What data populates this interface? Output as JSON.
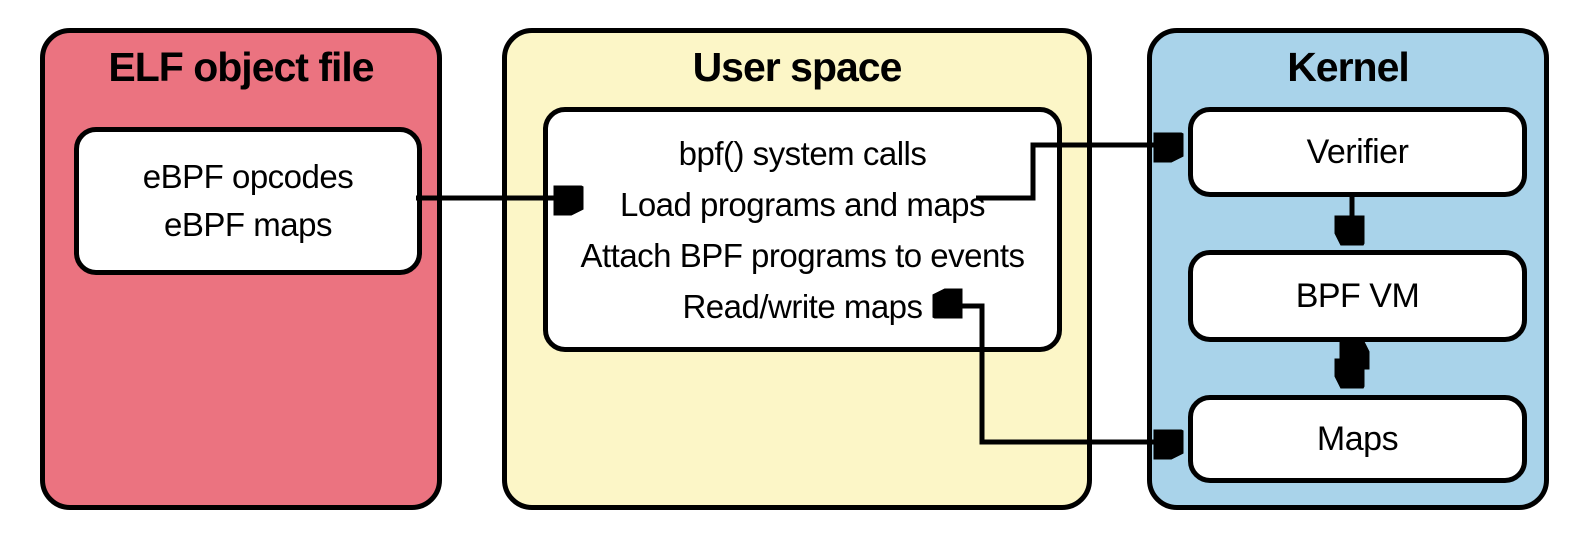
{
  "panels": {
    "elf": {
      "title": "ELF object file",
      "fill": "#EB7380",
      "inner_box": {
        "lines": [
          "eBPF opcodes",
          "eBPF maps"
        ]
      }
    },
    "user_space": {
      "title": "User space",
      "fill": "#FCF6C7",
      "inner_box": {
        "lines": [
          "bpf() system calls",
          "Load programs and maps",
          "Attach BPF programs to events",
          "Read/write maps"
        ]
      }
    },
    "kernel": {
      "title": "Kernel",
      "fill": "#A9D3EA",
      "boxes": [
        "Verifier",
        "BPF VM",
        "Maps"
      ]
    }
  },
  "connections": [
    {
      "from": "eBPF opcodes / eBPF maps",
      "to": "Load programs and maps",
      "direction": "right"
    },
    {
      "from": "Load programs and maps",
      "to": "Verifier",
      "direction": "right"
    },
    {
      "from": "Read/write maps",
      "to": "Maps",
      "direction": "bidirectional"
    },
    {
      "from": "Verifier",
      "to": "BPF VM",
      "direction": "down"
    },
    {
      "from": "BPF VM",
      "to": "Maps",
      "direction": "bidirectional"
    }
  ],
  "colors": {
    "outline": "#000000",
    "box_background": "#FFFFFF",
    "elf_fill": "#EB7380",
    "user_space_fill": "#FCF6C7",
    "kernel_fill": "#A9D3EA"
  }
}
